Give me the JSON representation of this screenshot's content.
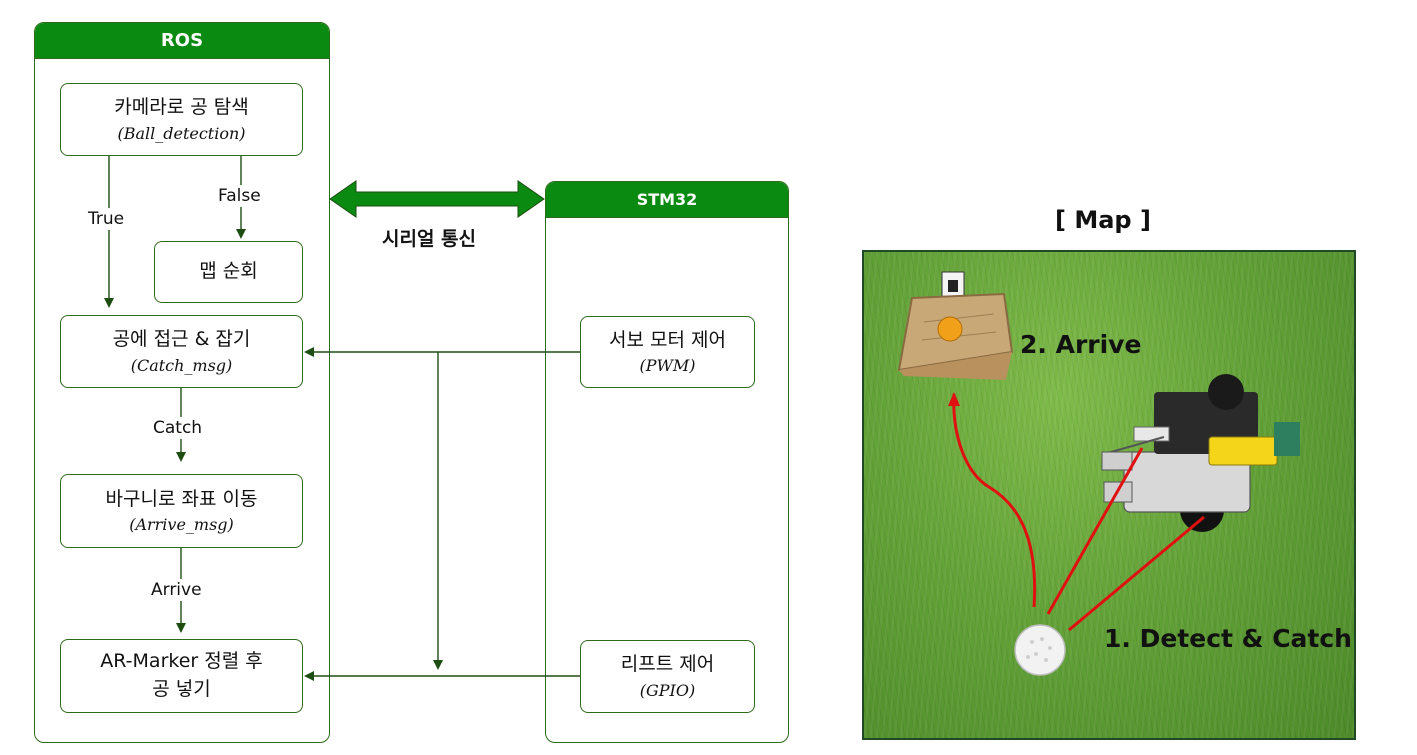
{
  "ros": {
    "title": "ROS",
    "boxes": {
      "ball_detection": {
        "main": "카메라로 공 탐색",
        "sub": "(Ball_detection)"
      },
      "map_patrol": {
        "main": "맵 순회"
      },
      "catch": {
        "main": "공에 접근 & 잡기",
        "sub": "(Catch_msg)"
      },
      "arrive": {
        "main": "바구니로 좌표 이동",
        "sub": "(Arrive_msg)"
      },
      "align": {
        "main": "AR-Marker 정렬 후",
        "main2": "공 넣기"
      }
    },
    "edges": {
      "true": "True",
      "false": "False",
      "catch": "Catch",
      "arrive": "Arrive"
    }
  },
  "serial": {
    "label": "시리얼 통신"
  },
  "stm32": {
    "title": "STM32",
    "boxes": {
      "servo": {
        "main": "서보 모터 제어",
        "sub": "(PWM)"
      },
      "lift": {
        "main": "리프트 제어",
        "sub": "(GPIO)"
      }
    }
  },
  "map": {
    "title": "[ Map ]",
    "label_arrive": "2. Arrive",
    "label_detect": "1. Detect & Catch"
  },
  "colors": {
    "header_green": "#0b8a12",
    "line_green": "#2e6b1a",
    "path_red": "#e01010"
  }
}
